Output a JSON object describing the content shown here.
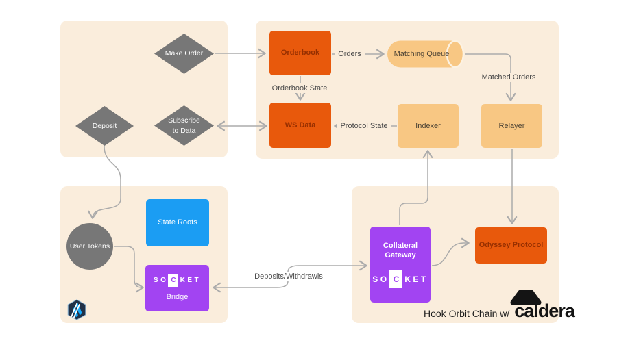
{
  "diagram": {
    "nodes": {
      "make_order": "Make Order",
      "deposit": "Deposit",
      "subscribe_to_data": "Subscribe to Data",
      "orderbook": "Orderbook",
      "matching_queue": "Matching Queue",
      "ws_data": "WS Data",
      "indexer": "Indexer",
      "relayer": "Relayer",
      "user_tokens": "User Tokens",
      "state_roots": "State Roots",
      "bridge": "Bridge",
      "collateral_gateway": "Collateral Gateway",
      "odyssey_protocol": "Odyssey Protocol"
    },
    "edge_labels": {
      "orders": "Orders",
      "matched_orders": "Matched Orders",
      "orderbook_state": "Orderbook State",
      "protocol_state": "Protocol State",
      "deposits_withdrawls": "Deposits/Withdrawls"
    },
    "brands": {
      "socket_pre": "SO",
      "socket_c": "C",
      "socket_post": "KET",
      "caldera": "caldera"
    },
    "footer": {
      "caption": "Hook Orbit Chain w/"
    },
    "colors": {
      "panel_peach": "#FAEDDC",
      "orange": "#E8590C",
      "orange_text": "#962F00",
      "light_orange": "#F8C783",
      "diamond_gray": "#777777",
      "blue": "#1B9DF3",
      "purple": "#A244F2",
      "connector_gray": "#ABABAB",
      "arbitrum_navy": "#213147",
      "arbitrum_cyan": "#12AAFF"
    }
  }
}
